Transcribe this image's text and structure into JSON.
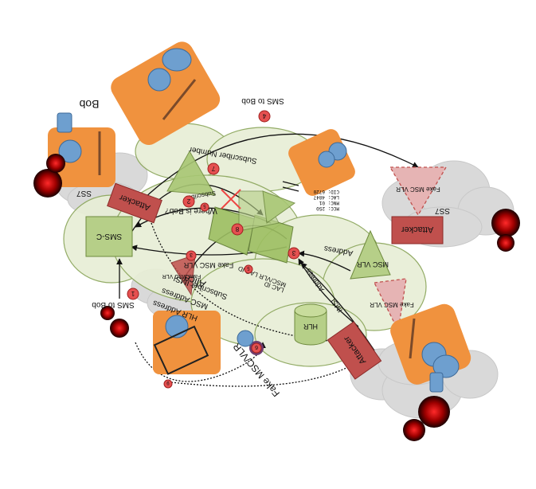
{
  "people": {
    "bob_label": "Bob",
    "alice_label": "Alice"
  },
  "clouds": {
    "ss7_right": "SS7",
    "ss7_left": "SS7"
  },
  "nodes": {
    "sms_c": "SMS-C",
    "msc_vlr": "MSC VLR",
    "hlr": "HLR",
    "attacker_1": "Attacker",
    "attacker_2": "Attacker",
    "attacker_3": "Attacker",
    "fake_msc_vlr_top": "Fake MSC VLR",
    "fake_msc_vlr_right": "Fake MSC VLR",
    "fake_msc_vlr_bottom": "Fake MSC/VLR",
    "fake_msc_vlr_left": "Fake MSC VLR"
  },
  "cell_info": {
    "line1": "MCC: 250",
    "line2": "MNC: 01",
    "line3": "LAC: 4847",
    "line4": "CID: 6720"
  },
  "flow_labels": {
    "sms_to_bob_top": "SMS to Bob",
    "subscriber_number": "Subscriber Number",
    "where_is_bob": "Where is Bob?",
    "subscriber_top": "Subscriber",
    "sms_to_bob_left": "SMS to Bob",
    "subscriber_imsi": "Subscriber IMSI",
    "msc_address": "MSC Address",
    "hlr_address": "HLR Address",
    "address_right": "Address",
    "address_mid": "Address",
    "imsi": "IMSI",
    "msc_vlr_lac": "MSC/VLR LAC ID",
    "lac_id": "LAC ID"
  },
  "step_numbers": [
    "1",
    "2",
    "3",
    "4",
    "5",
    "6",
    "7",
    "8",
    "9"
  ],
  "colors": {
    "person_bg": "#f0923e",
    "person_body": "#6e9fcf",
    "cloud_green": "#e8eed6",
    "cloud_gray": "#d6d6d6",
    "node_green": "#b6cf88",
    "attacker_red": "#c0504d",
    "step_red": "#e55050"
  }
}
